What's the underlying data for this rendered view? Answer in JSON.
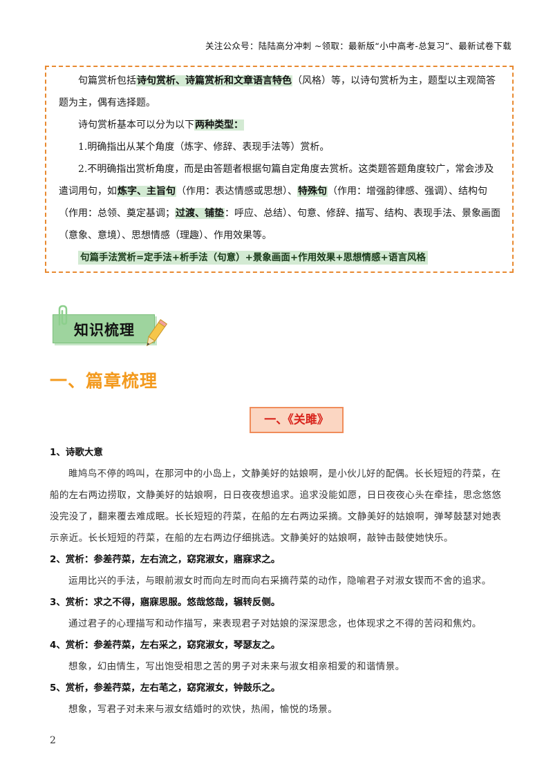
{
  "header": {
    "text": "关注公众号：陆陆高分冲刺 ~领取：最新版“小中高考-总复习”、最新试卷下载"
  },
  "intro": {
    "p1": {
      "a": "句篇赏析包括",
      "hl": "诗句赏析、诗篇赏析和文章语言特色",
      "b": "（风格）等，以诗句赏析为主，题型以主观简答题为主，偶有选择题。"
    },
    "p2": {
      "a": "诗句赏析基本可以分为以下",
      "hl": "两种类型："
    },
    "p3": "1.明确指出从某个角度（炼字、修辞、表现手法等）赏析。",
    "p4": {
      "a": "2.不明确指出赏析角度，而是由答题者根据句篇自定角度去赏析。这类题答题角度较广，常会涉及遣词用句，如",
      "hl1": "炼字、主旨句",
      "b": "（作用：表达情感或思想）、",
      "hl2": "特殊句",
      "c": "（作用：增强韵律感、强调）、结构句（作用：总领、奠定基调；",
      "hl3": "过渡、铺垫",
      "d": "：呼应、总结）、句意、修辞、描写、结构、表现手法、景象画面（意象、意境）、思想情感（理趣）、作用效果等。"
    },
    "formula": "句篇手法赏析=定手法+析手法（句意）+景象画面+作用效果+思想情感+语言风格"
  },
  "tag": {
    "label": "知识梳理"
  },
  "section": {
    "title": "一、篇章梳理"
  },
  "poem_title": "一、《关雎》",
  "items": [
    {
      "head": "1、诗歌大意",
      "body": "雎鸠鸟不停的鸣叫，在那河中的小岛上，文静美好的姑娘啊，是小伙儿好的配偶。长长短短的荇菜，在船的左右两边捞取，文静美好的姑娘啊，日日夜夜想追求。追求没能如愿，日日夜夜心头在牵挂，思念悠悠没完没了，翻来覆去难成眠。长长短短的荇菜，在船的左右两边采摘。文静美好的姑娘啊，弹琴鼓瑟对她表示亲近。长长短短的荇菜，在船的左右两边仔细挑选。文静美好的姑娘啊，敲钟击鼓使她快乐。"
    },
    {
      "head": "2、赏析：参差荇菜，左右流之，窈窕淑女，寤寐求之。",
      "body": "运用比兴的手法，与眼前淑女时而向左时而向右采摘荇菜的动作，隐喻君子对淑女锲而不舍的追求。"
    },
    {
      "head": "3、赏析：求之不得，寤寐思服。悠哉悠哉，辗转反侧。",
      "body": "通过君子的心理描写和动作描写，来表现君子对姑娘的深深思念，也体现求之不得的苦闷和焦灼。"
    },
    {
      "head": "4、赏析：参差荇菜，左右采之，窈窕淑女，琴瑟友之。",
      "body": "想象，幻由情生，写出饱受相思之苦的男子对未来与淑女相亲相爱的和谐情景。"
    },
    {
      "head": "5、赏析，参差荇菜，左右芼之，窈窕淑女，钟鼓乐之。",
      "body": "想象，写君子对未来与淑女结婚时的欢快，热闹，愉悦的场景。"
    }
  ],
  "page_number": "2"
}
